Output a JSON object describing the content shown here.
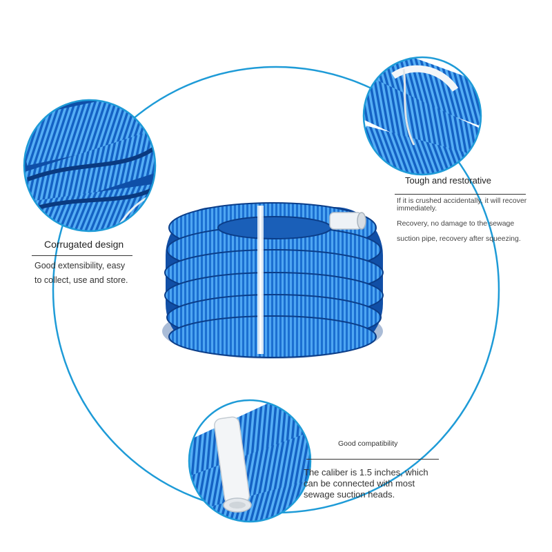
{
  "features": {
    "corrugated": {
      "title": "Corrugated design",
      "lines": [
        "Good extensibility, easy",
        "to collect, use and store."
      ]
    },
    "tough": {
      "title": "Tough and restorative",
      "lines": [
        "If it is crushed accidentally, it will recover",
        "immediately.",
        "Recovery, no damage to the sewage",
        "suction pipe, recovery after squeezing."
      ]
    },
    "compat": {
      "title": "Good compatibility",
      "lines": [
        "The caliber is 1.5 inches, which",
        "can be connected with most",
        "sewage suction heads."
      ]
    }
  },
  "colors": {
    "accent": "#1e9bd7",
    "hose": "#1a73d6",
    "hose_dark": "#0d4fa8",
    "hose_light": "#4aa3f0"
  }
}
